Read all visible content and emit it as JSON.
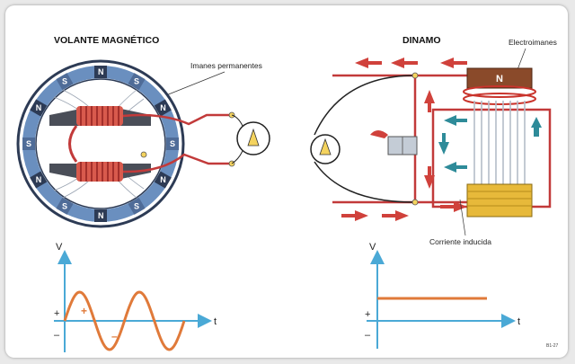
{
  "left": {
    "title": "VOLANTE MAGNÉTICO",
    "label_magnets": "Imanes permanentes",
    "poles": [
      "N",
      "S",
      "N",
      "S",
      "N",
      "S",
      "N",
      "S",
      "N",
      "S",
      "N",
      "S"
    ],
    "graph": {
      "axis_y": "V",
      "axis_x": "t",
      "plus": "+",
      "minus": "–",
      "wave_plus": "+",
      "wave_minus": "–"
    }
  },
  "right": {
    "title": "DINAMO",
    "label_electro": "Electroimanes",
    "label_induced": "Corriente inducida",
    "pole_n": "N",
    "graph": {
      "axis_y": "V",
      "axis_x": "t",
      "plus": "+",
      "minus": "–"
    }
  },
  "figure_code": "B1-27",
  "colors": {
    "wire": "#c23a3a",
    "coil": "#c9342c",
    "arrow_red": "#d0413b",
    "arrow_teal": "#2e8b99",
    "axis": "#4aa9d6",
    "wave": "#e07a3a",
    "stator_blue": "#6a8fbf",
    "electromagnet_brown": "#8a4a2a",
    "yellow_coil": "#e7b93a"
  }
}
